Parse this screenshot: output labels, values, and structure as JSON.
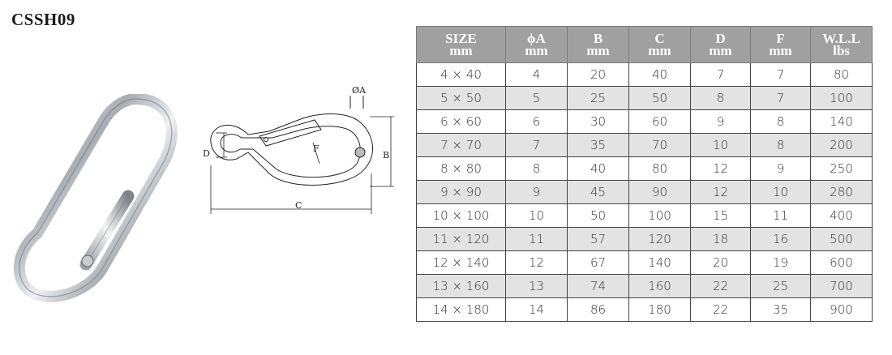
{
  "product_code": "CSSH09",
  "diagram": {
    "labels": {
      "a": "ØA",
      "b": "B",
      "c": "C",
      "d": "D",
      "f": "F"
    }
  },
  "table": {
    "headers": [
      {
        "name": "SIZE",
        "unit": "mm"
      },
      {
        "name": "ϕA",
        "unit": "mm"
      },
      {
        "name": "B",
        "unit": "mm"
      },
      {
        "name": "C",
        "unit": "mm"
      },
      {
        "name": "D",
        "unit": "mm"
      },
      {
        "name": "F",
        "unit": "mm"
      },
      {
        "name": "W.L.L",
        "unit": "lbs"
      }
    ],
    "rows": [
      [
        "4 × 40",
        "4",
        "20",
        "40",
        "7",
        "7",
        "80"
      ],
      [
        "5 × 50",
        "5",
        "25",
        "50",
        "8",
        "7",
        "100"
      ],
      [
        "6 × 60",
        "6",
        "30",
        "60",
        "9",
        "8",
        "140"
      ],
      [
        "7 × 70",
        "7",
        "35",
        "70",
        "10",
        "8",
        "200"
      ],
      [
        "8 × 80",
        "8",
        "40",
        "80",
        "12",
        "9",
        "250"
      ],
      [
        "9 × 90",
        "9",
        "45",
        "90",
        "12",
        "10",
        "280"
      ],
      [
        "10 × 100",
        "10",
        "50",
        "100",
        "15",
        "11",
        "400"
      ],
      [
        "11 × 120",
        "11",
        "57",
        "120",
        "18",
        "16",
        "500"
      ],
      [
        "12 × 140",
        "12",
        "67",
        "140",
        "20",
        "19",
        "600"
      ],
      [
        "13 × 160",
        "13",
        "74",
        "160",
        "22",
        "25",
        "700"
      ],
      [
        "14 × 180",
        "14",
        "86",
        "180",
        "22",
        "35",
        "900"
      ]
    ]
  }
}
